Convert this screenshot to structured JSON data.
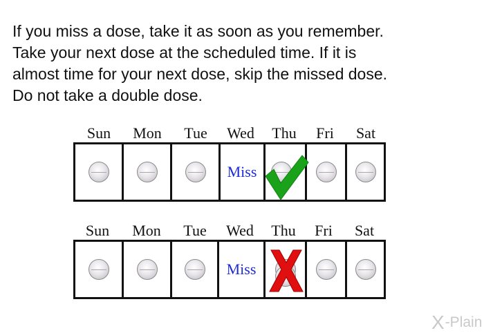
{
  "instructions": {
    "line1": "If you miss a dose, take it as soon as you remember.",
    "line2": "Take your next dose at the scheduled time. If it is",
    "line3": "almost time for your next dose, skip the missed dose.",
    "line4": "Do not take a double dose."
  },
  "days": [
    "Sun",
    "Mon",
    "Tue",
    "Wed",
    "Thu",
    "Fri",
    "Sat"
  ],
  "miss_label": "Miss",
  "calendars": [
    {
      "thursday_mark": "check-icon",
      "mark_color": "#1aa21a"
    },
    {
      "thursday_mark": "x-icon",
      "mark_color": "#e01010"
    }
  ],
  "brand": {
    "logo_mark": "X",
    "logo_text": "-Plain"
  }
}
